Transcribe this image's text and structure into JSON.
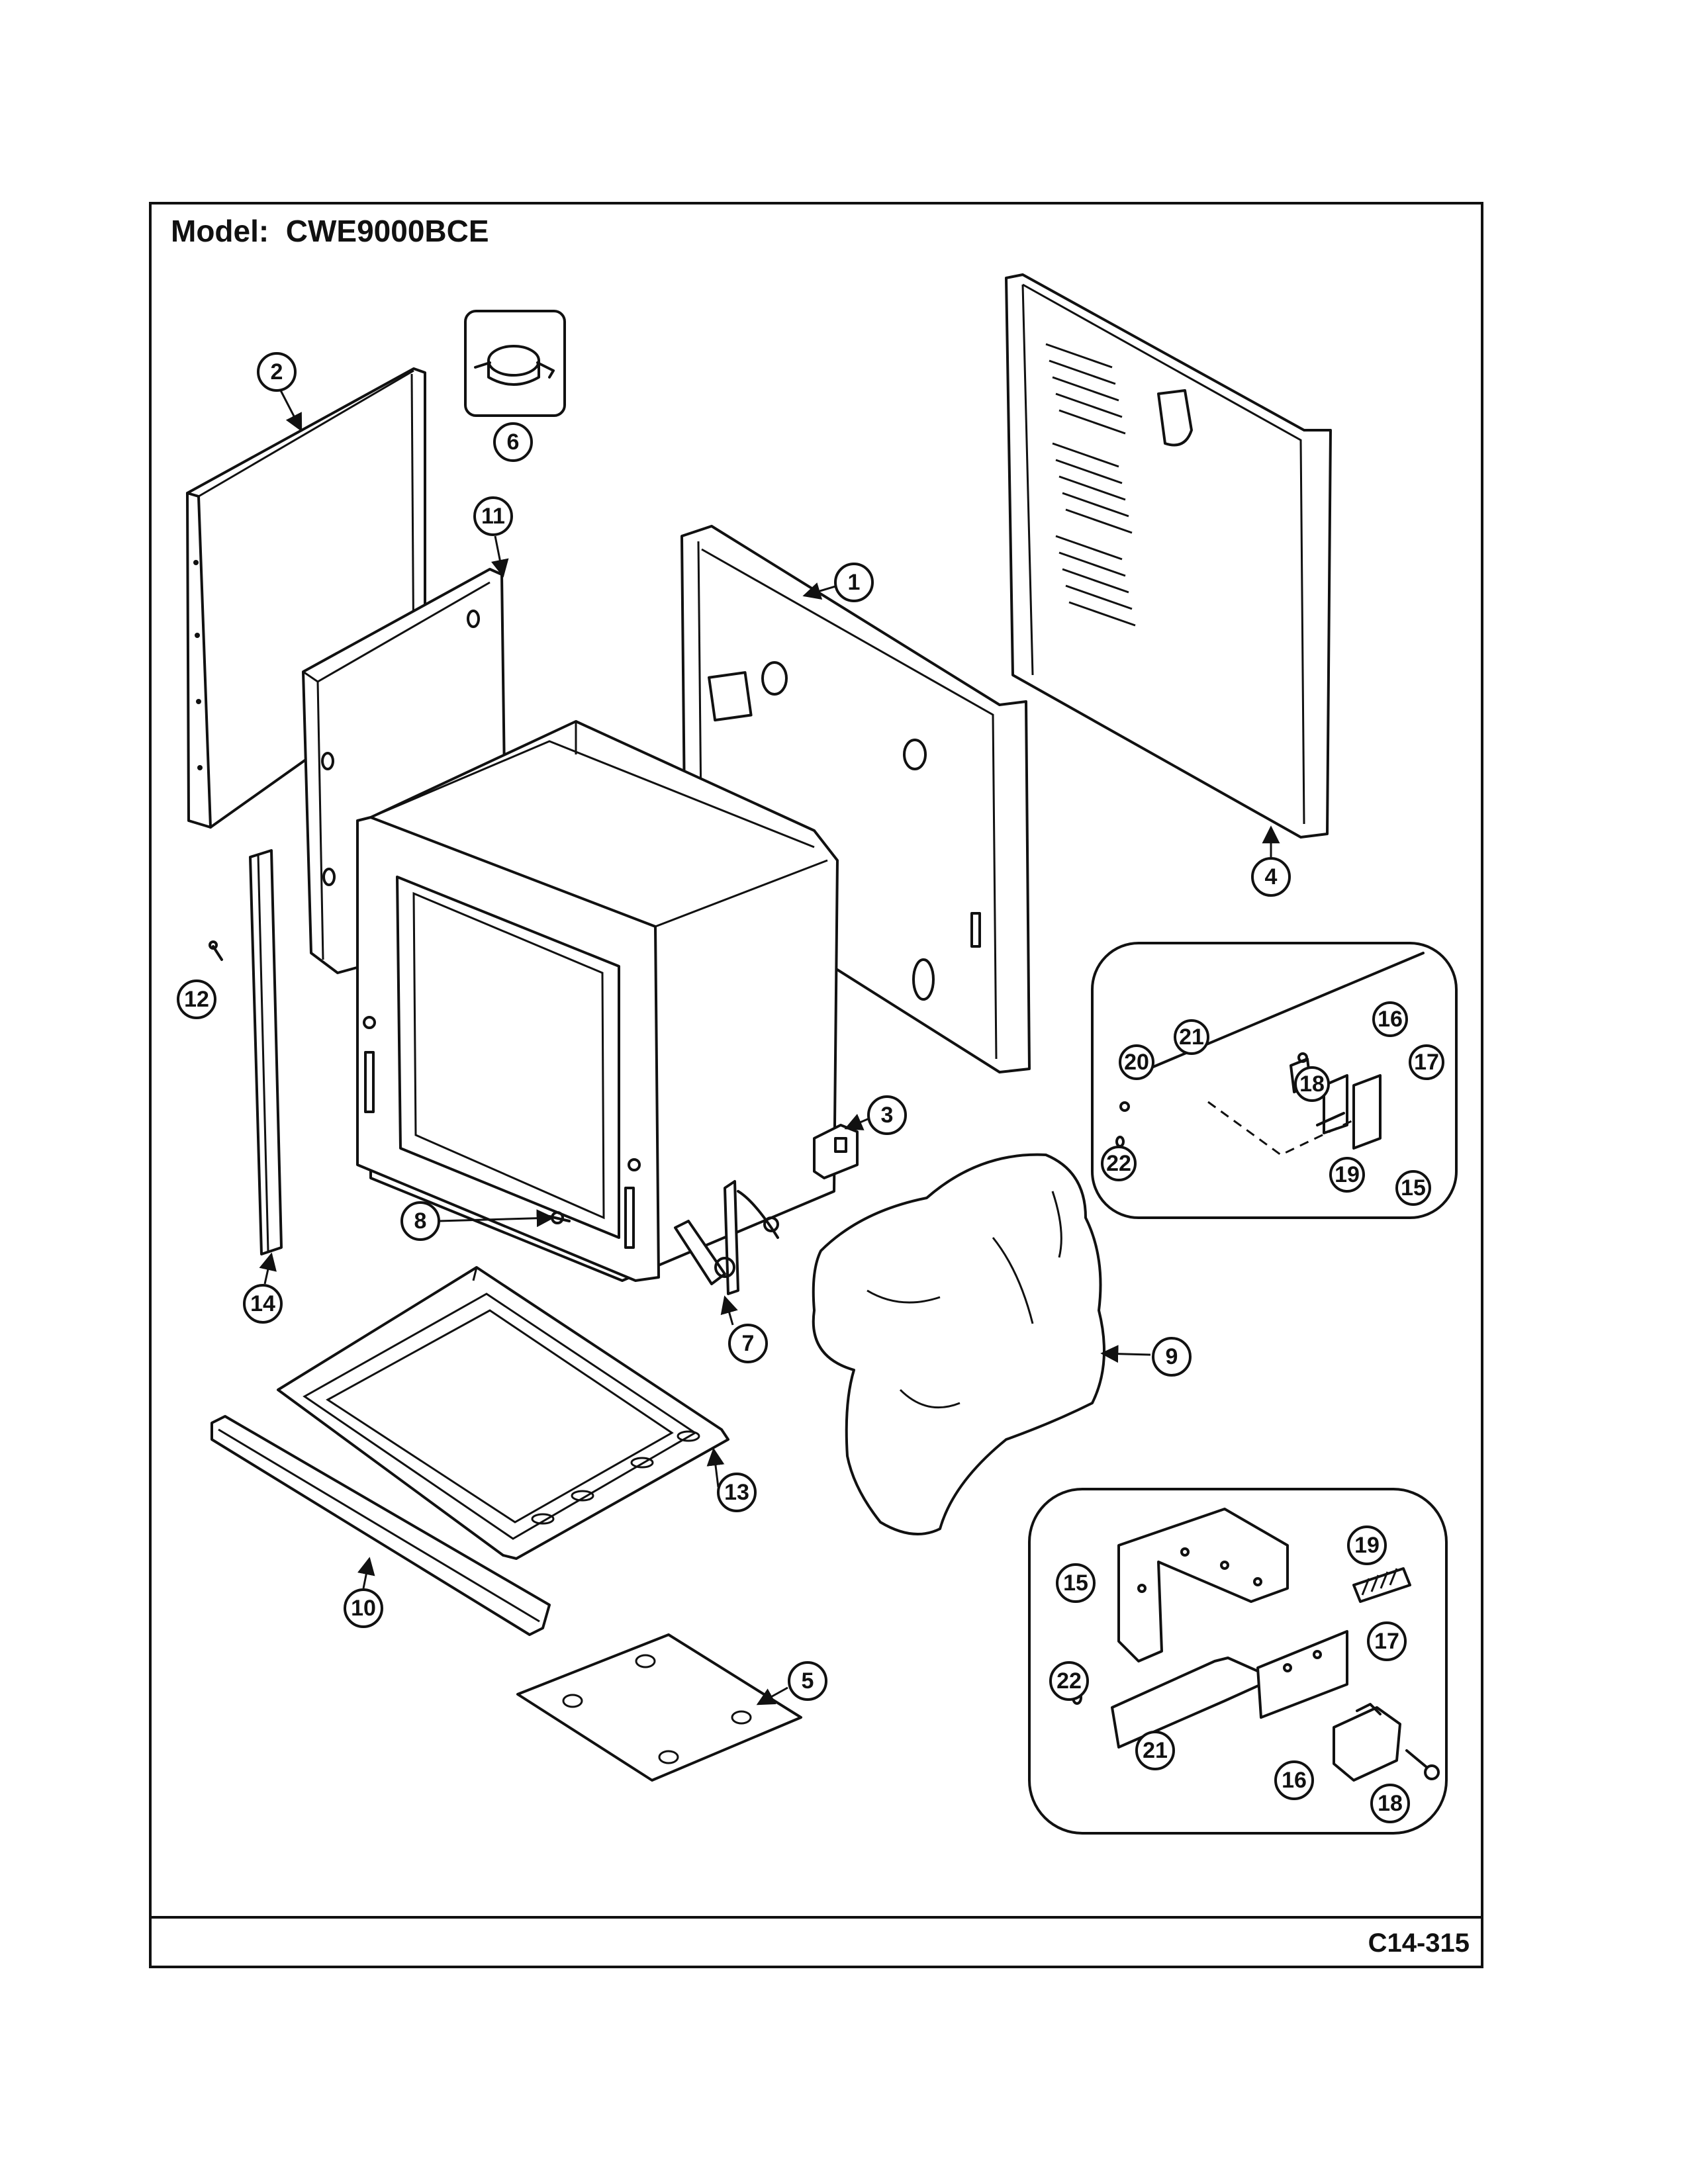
{
  "header": {
    "model_title": "Model:  CWE9000BCE"
  },
  "footer": {
    "diagram_code": "C14-315"
  },
  "callouts": {
    "c1": "1",
    "c2": "2",
    "c3": "3",
    "c4": "4",
    "c5": "5",
    "c6": "6",
    "c7": "7",
    "c8": "8",
    "c9": "9",
    "c10": "10",
    "c11": "11",
    "c12": "12",
    "c13": "13",
    "c14": "14",
    "inset1": {
      "c15": "15",
      "c16": "16",
      "c17": "17",
      "c18": "18",
      "c19": "19",
      "c20": "20",
      "c21": "21",
      "c22": "22"
    },
    "inset2": {
      "c15": "15",
      "c16": "16",
      "c17": "17",
      "c18": "18",
      "c19": "19",
      "c21": "21",
      "c22": "22"
    }
  }
}
